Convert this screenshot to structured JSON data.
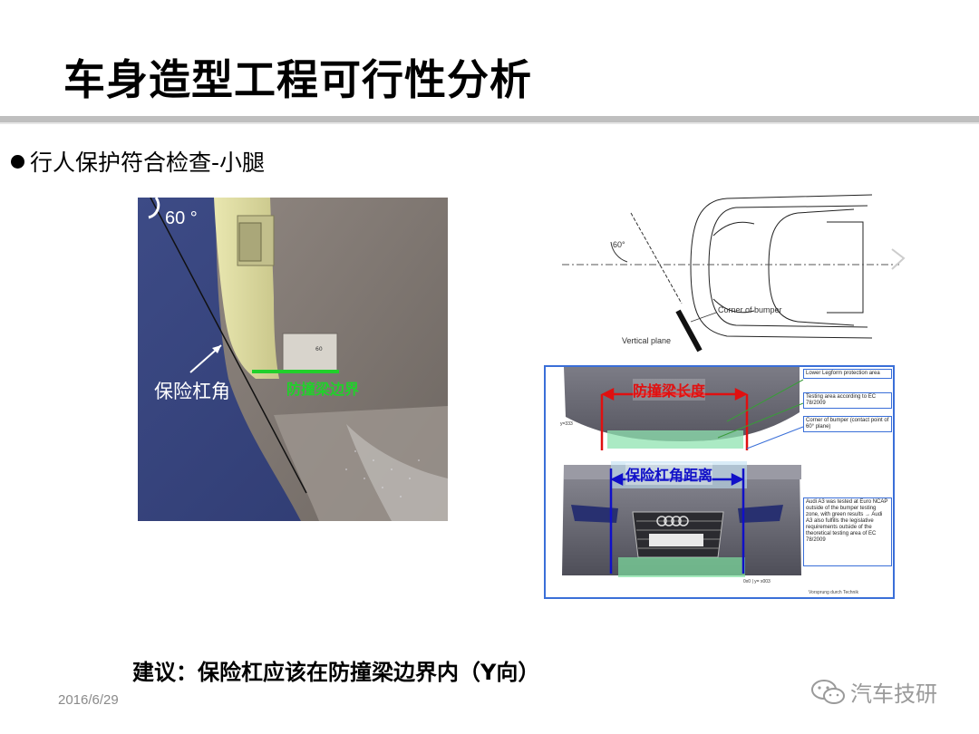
{
  "slide": {
    "title": "车身造型工程可行性分析",
    "bullet": "行人保护符合检查-小腿",
    "suggestion": "建议：保险杠应该在防撞梁边界内（Y向）",
    "date": "2016/6/29",
    "watermark": "汽车技研"
  },
  "cad_view": {
    "angle_label": "60 °",
    "corner_label": "保险杠角",
    "beam_label": "防撞梁边界",
    "small_label": "60"
  },
  "drawing": {
    "angle_label": "60°",
    "corner_label": "Corner of bumper",
    "plane_label": "Vertical plane"
  },
  "photo": {
    "beam_length_label": "防撞梁长度",
    "corner_distance_label": "保险杠角距离",
    "note_1": "Lower Legform protection area",
    "note_2": "Testing area according to EC 78/2009",
    "note_3": "Corner of bumper (contact point of 60° plane)",
    "note_4": "Audi A3 was tested at Euro NCAP outside of the bumper testing zone, with green results → Audi A3 also fulfills the legislative requirements outside of the theoretical testing area of EC 78/2009",
    "footer": "Vorsprung durch Technik"
  },
  "colors": {
    "beam_green": "#21d02b",
    "length_red": "#e01010",
    "distance_blue": "#1010c8",
    "frame_blue": "#3a6fd8",
    "title_rule": "#bfbfbf"
  }
}
